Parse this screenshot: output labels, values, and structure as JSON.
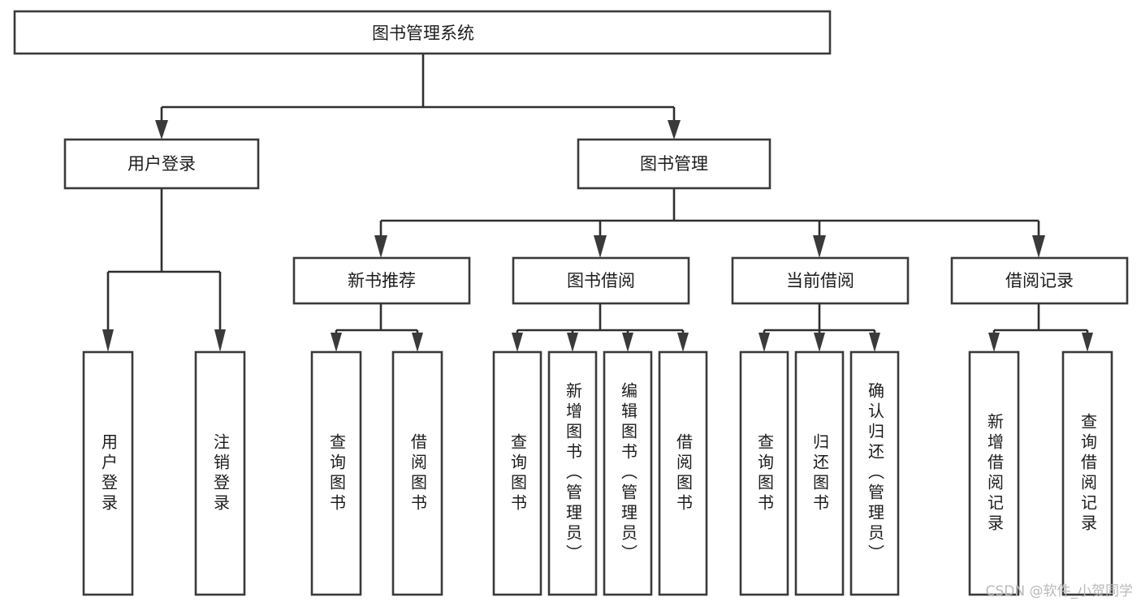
{
  "diagram": {
    "kind": "tree-hierarchy",
    "title_node": {
      "label": "图书管理系统"
    },
    "level2": [
      {
        "id": "user-login",
        "label": "用户登录"
      },
      {
        "id": "book-manage",
        "label": "图书管理"
      }
    ],
    "level3": [
      {
        "id": "new-book-recommend",
        "label": "新书推荐",
        "parent": "book-manage"
      },
      {
        "id": "book-borrow",
        "label": "图书借阅",
        "parent": "book-manage"
      },
      {
        "id": "current-borrow",
        "label": "当前借阅",
        "parent": "book-manage"
      },
      {
        "id": "borrow-record",
        "label": "借阅记录",
        "parent": "book-manage"
      }
    ],
    "leaves": {
      "user_login": [
        {
          "id": "leaf-user-login",
          "label": "用户登录"
        },
        {
          "id": "leaf-logout-login",
          "label": "注销登录"
        }
      ],
      "new_book_recommend": [
        {
          "id": "leaf-query-book-1",
          "label": "查询图书"
        },
        {
          "id": "leaf-borrow-book-1",
          "label": "借阅图书"
        }
      ],
      "book_borrow": [
        {
          "id": "leaf-query-book-2",
          "label": "查询图书"
        },
        {
          "id": "leaf-add-book",
          "label": "新增图书（管理员）"
        },
        {
          "id": "leaf-edit-book",
          "label": "编辑图书（管理员）"
        },
        {
          "id": "leaf-borrow-book-2",
          "label": "借阅图书"
        }
      ],
      "current_borrow": [
        {
          "id": "leaf-query-book-3",
          "label": "查询图书"
        },
        {
          "id": "leaf-return-book",
          "label": "归还图书"
        },
        {
          "id": "leaf-confirm-return",
          "label": "确认归还（管理员）"
        }
      ],
      "borrow_record": [
        {
          "id": "leaf-add-record",
          "label": "新增借阅记录"
        },
        {
          "id": "leaf-query-record",
          "label": "查询借阅记录"
        }
      ]
    },
    "watermark": "CSDN @软件_小贺同学",
    "colors": {
      "stroke": "#3a3a3a",
      "box_fill": "#ffffff",
      "text": "#1c1c1c",
      "watermark": "#b9b9b9",
      "background": "#ffffff"
    }
  }
}
